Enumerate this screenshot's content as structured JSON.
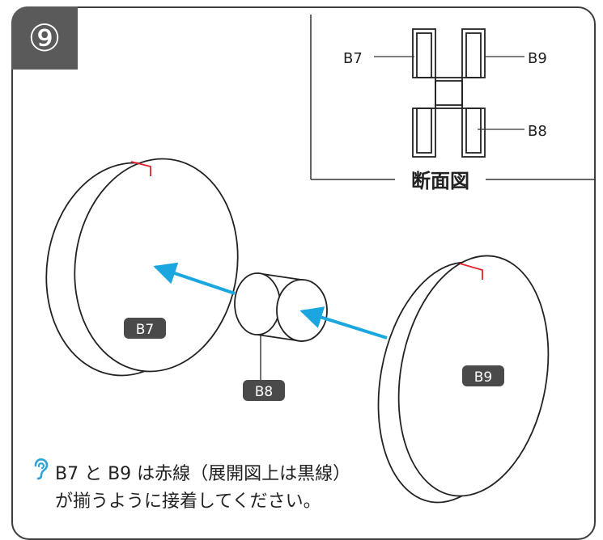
{
  "step": {
    "number": "⑨"
  },
  "section": {
    "title": "断面図",
    "labels": [
      "B7",
      "B9",
      "B8"
    ]
  },
  "parts": {
    "left_disc": "B7",
    "cylinder": "B8",
    "right_disc": "B9"
  },
  "note": {
    "icon": "question-ear-icon",
    "line1": "B7 と B9 は赤線（展開図上は黒線）",
    "line2": "が揃うように接着してください。"
  },
  "colors": {
    "arrow": "#1aa7e0",
    "badge": "#4a4a4a",
    "red_mark": "#e8202a",
    "hint_icon": "#2fa3d8"
  }
}
